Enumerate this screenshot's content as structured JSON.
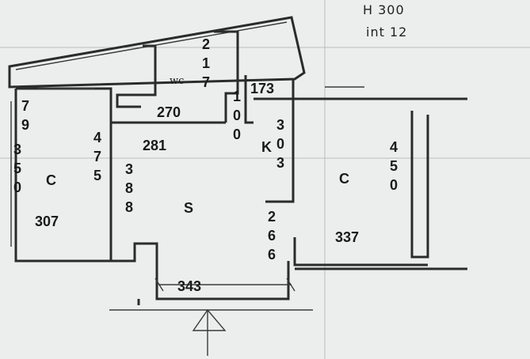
{
  "annotations": {
    "height": "H 300",
    "unit": "int 12"
  },
  "rooms": {
    "left_bedroom": {
      "label": "C",
      "area": "307"
    },
    "right_bedroom": {
      "label": "C",
      "area": "337"
    },
    "living": {
      "label": "S",
      "area": "281"
    },
    "kitchen": {
      "label": "K"
    },
    "wc": {
      "label": "wc"
    }
  },
  "dimensions": {
    "left_top": "79",
    "left_side": "350",
    "left_inner": "475",
    "living_left": "388",
    "living_top": "270",
    "wc_width": "217",
    "passage": "100",
    "kitchen_top": "173",
    "kitchen_side": "303",
    "lower_right": "266",
    "right_side": "450",
    "bottom": "343"
  }
}
